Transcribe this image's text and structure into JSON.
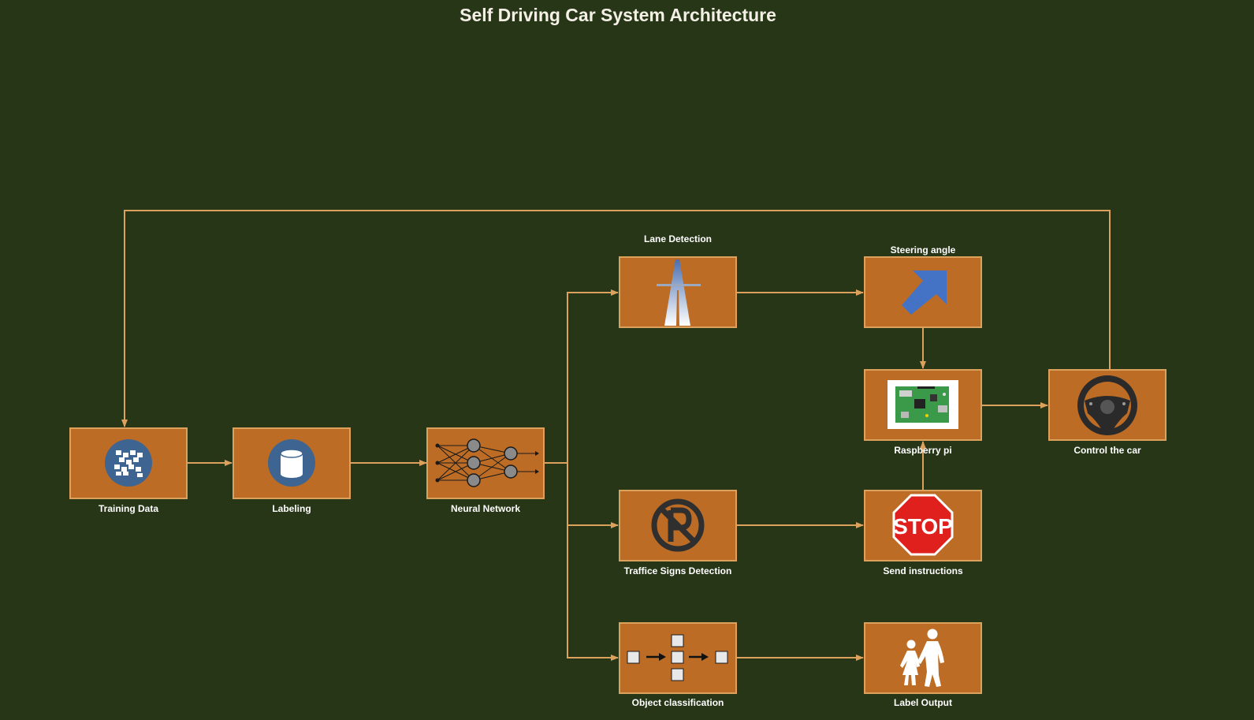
{
  "title": "Self Driving Car System Architecture",
  "colors": {
    "background": "#283618",
    "node_fill": "#bc6c25",
    "node_border": "#dda15e",
    "edge": "#dda15e",
    "label": "#ffffff"
  },
  "nodes": [
    {
      "id": "training-data",
      "label": "Training Data",
      "icon": "dataset-grid-icon"
    },
    {
      "id": "labeling",
      "label": "Labeling",
      "icon": "database-icon"
    },
    {
      "id": "neural-network",
      "label": "Neural Network",
      "icon": "neural-network-icon"
    },
    {
      "id": "lane-detection",
      "label": "Lane Detection",
      "icon": "highway-road-icon"
    },
    {
      "id": "steering-angle",
      "label": "Steering angle",
      "icon": "arrow-up-right-icon"
    },
    {
      "id": "raspberry-pi",
      "label": "Raspberry pi",
      "icon": "circuit-board-icon"
    },
    {
      "id": "control-car",
      "label": "Control the car",
      "icon": "steering-wheel-icon"
    },
    {
      "id": "traffic-signs",
      "label": "Traffice Signs Detection",
      "icon": "no-parking-icon"
    },
    {
      "id": "send-instructions",
      "label": "Send instructions",
      "icon": "stop-sign-icon"
    },
    {
      "id": "object-classification",
      "label": "Object classification",
      "icon": "classification-flow-icon"
    },
    {
      "id": "label-output",
      "label": "Label Output",
      "icon": "pedestrians-icon"
    }
  ],
  "edges": [
    [
      "training-data",
      "labeling"
    ],
    [
      "labeling",
      "neural-network"
    ],
    [
      "neural-network",
      "lane-detection"
    ],
    [
      "neural-network",
      "traffic-signs"
    ],
    [
      "neural-network",
      "object-classification"
    ],
    [
      "lane-detection",
      "steering-angle"
    ],
    [
      "steering-angle",
      "raspberry-pi"
    ],
    [
      "traffic-signs",
      "send-instructions"
    ],
    [
      "send-instructions",
      "raspberry-pi"
    ],
    [
      "raspberry-pi",
      "control-car"
    ],
    [
      "object-classification",
      "label-output"
    ],
    [
      "control-car",
      "training-data"
    ]
  ],
  "stop_sign_text": "STOP"
}
